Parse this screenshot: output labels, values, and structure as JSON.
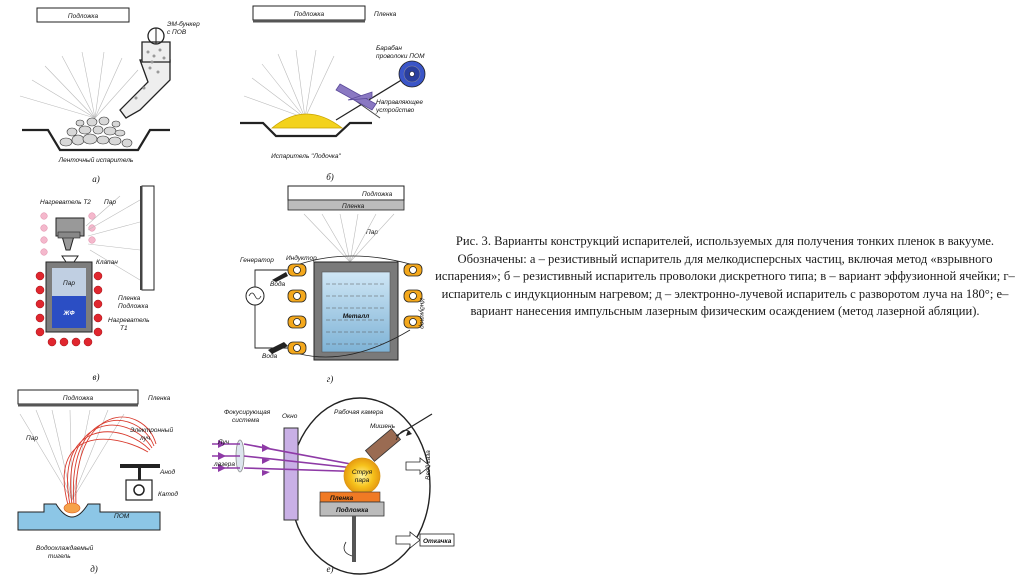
{
  "caption": "Рис. 3. Варианты конструкций испарителей, используемых для получения тонких пленок в вакууме. Обозначены: а – резистивный испаритель для мелкодисперсных частиц, включая метод «взрывного испарения»; б – резистивный испаритель проволоки дискретного типа; в – вариант эффузионной ячейки; г–испаритель с индукционным нагревом; д – электронно-лучевой испаритель с разворотом луча на 180°; е– вариант нанесения импульсным лазерным физическим осаждением (метод лазерной абляции).",
  "panel_a": {
    "substrate": "Подложка",
    "bunker": "ЭМ-бункер",
    "bunker_2": "с ПОВ",
    "evaporator": "Ленточный испаритель",
    "letter": "а)"
  },
  "panel_b": {
    "substrate": "Подложка",
    "film": "Пленка",
    "drum": "Барабан",
    "drum_2": "проволоки ПОМ",
    "guide": "Направляющее",
    "guide_2": "устройство",
    "evaporator": "Испаритель \"Лодочка\"",
    "letter": "б)"
  },
  "panel_v": {
    "heater_t2": "Нагреватель Т2",
    "vapor": "Пар",
    "valve": "Клапан",
    "vapor_inner": "Пар",
    "liquid": "ЖФ",
    "film": "Пленка",
    "substrate": "Подложка",
    "heater_t1": "Нагреватель",
    "heater_t1_2": "Т1",
    "letter": "в)"
  },
  "panel_g": {
    "substrate": "Подложка",
    "film": "Пленка",
    "vapor": "Пар",
    "generator": "Генератор",
    "inductor": "Индуктор",
    "inductor_2": "Индуктор",
    "water_in": "Вода",
    "water_out": "Вода",
    "metal": "Металл",
    "letter": "г)"
  },
  "panel_d": {
    "substrate": "Подложка",
    "film": "Пленка",
    "vapor": "Пар",
    "beam": "Электронный",
    "beam_2": "луч",
    "anode": "Анод",
    "cathode": "Катод",
    "pom": "ПОМ",
    "crucible": "Водоохлаждаемый",
    "crucible_2": "тигель",
    "letter": "д)"
  },
  "panel_e": {
    "focusing": "Фокусирующая",
    "focusing_2": "система",
    "window": "Окно",
    "chamber": "Рабочая камера",
    "target": "Мишень",
    "beam": "Луч",
    "laser": "лазера",
    "plume": "Струя",
    "plume_2": "пара",
    "gas": "Ввод газа",
    "film": "Пленка",
    "substrate": "Подложка",
    "pump": "Откачка",
    "letter": "е)"
  }
}
